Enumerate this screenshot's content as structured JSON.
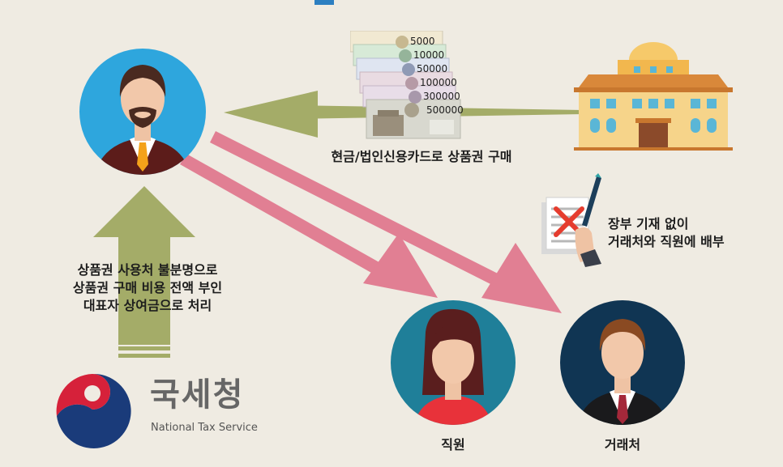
{
  "caption_purchase": "현금/법인신용카드로 상품권 구매",
  "caption_distribution": [
    "장부 기재 없이",
    "거래처와 직원에 배부"
  ],
  "caption_expense": [
    "상품권 사용처 불분명으로",
    "상품권 구매 비용 전액 부인",
    "대표자 상여금으로 처리"
  ],
  "label_employee": "직원",
  "label_partner": "거래처",
  "gift_certificates": [
    "5000",
    "10000",
    "50000",
    "100000",
    "300000",
    "500000"
  ],
  "logo": {
    "name_ko": "국세청",
    "name_en": "National Tax Service"
  },
  "colors": {
    "green_arrow": "#a4ac68",
    "pink_arrow": "#e17f93",
    "blue_circle": "#2ea6dd",
    "teal_circle": "#1f7f99",
    "navy_circle": "#103553"
  }
}
